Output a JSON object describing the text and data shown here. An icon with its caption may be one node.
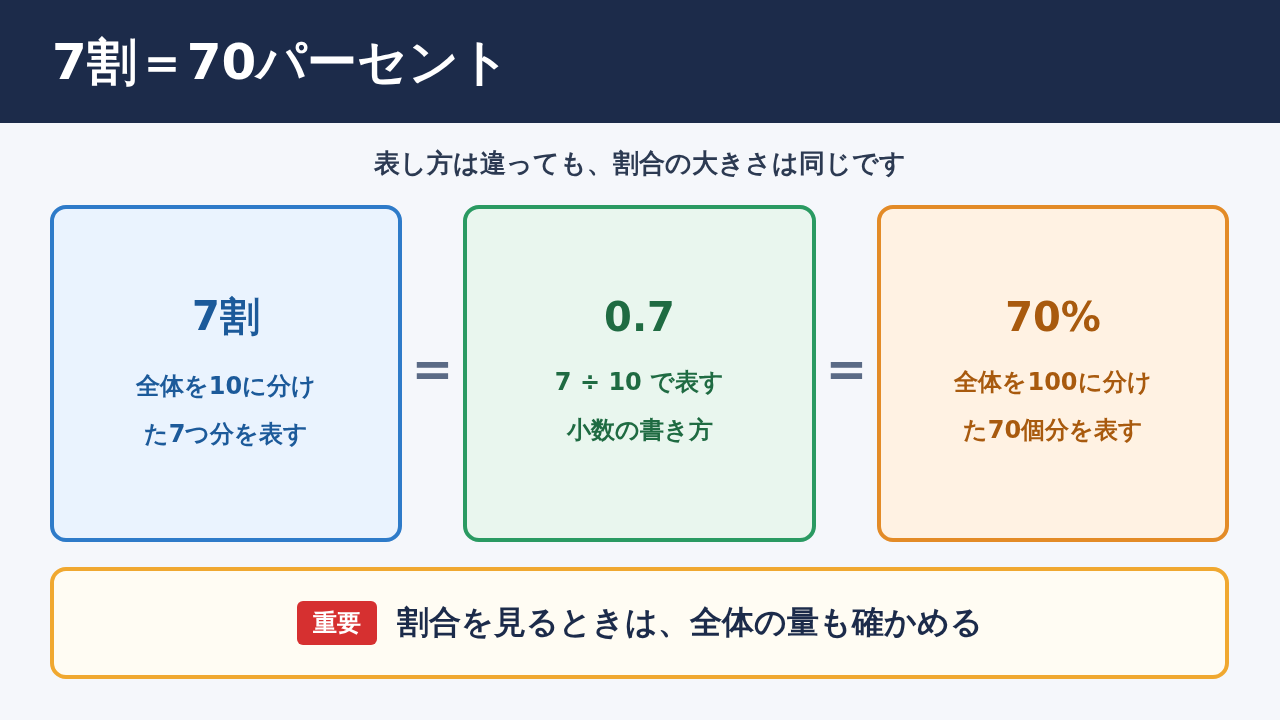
{
  "diagram": {
    "title": "7割＝70パーセント",
    "nodes": [
      {
        "text": [
          "7割",
          "全体を10に分けた7つ分を表す"
        ]
      },
      {
        "text": [
          "0.7",
          "7 ÷ 10 で表す小数の書き方"
        ]
      },
      {
        "text": [
          "70%",
          "全体を100に分けた70個分を表す"
        ]
      },
      {
        "text": [
          "割合を見るときは、全体の量も確かめる"
        ]
      },
      {
        "text": [
          "重要"
        ],
        "in": 3
      }
    ],
    "edges": [],
    "labels": [
      "表し方は違っても、割合の大きさは同じです",
      "=",
      "="
    ]
  }
}
